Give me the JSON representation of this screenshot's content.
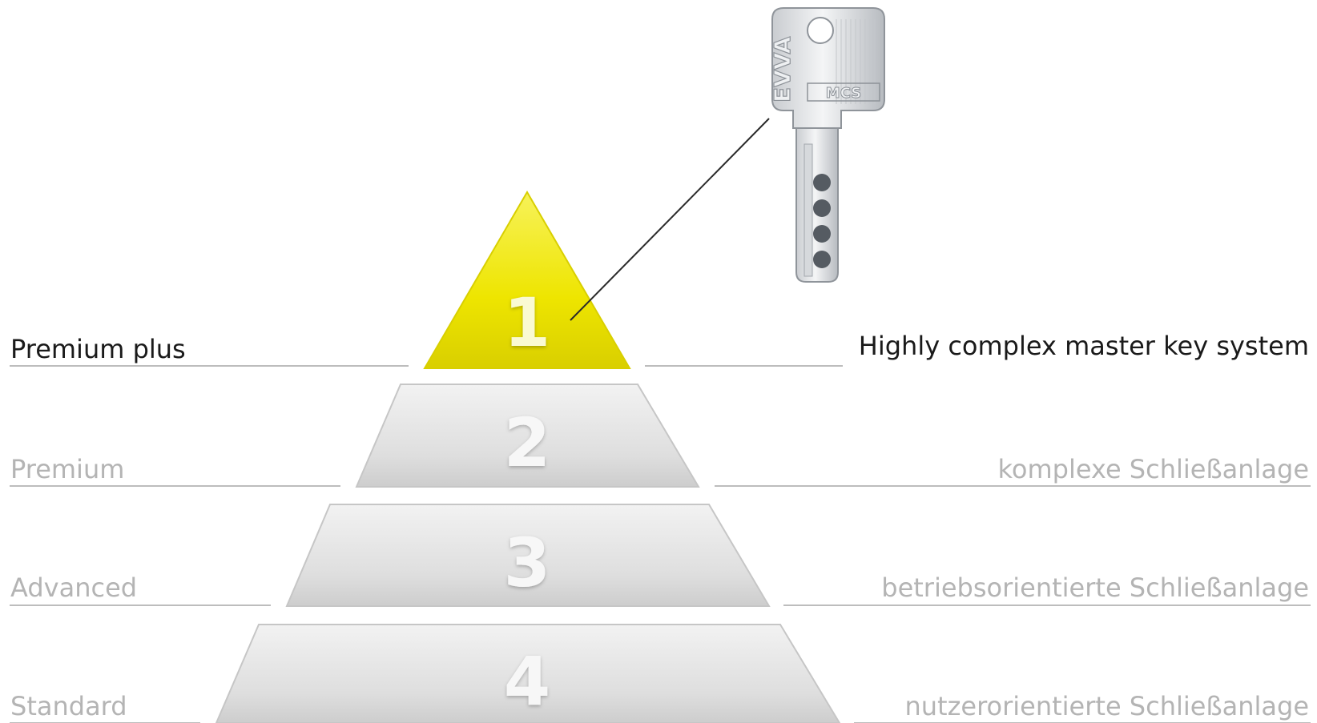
{
  "tiers": [
    {
      "number": "1",
      "left_label": "Premium plus",
      "right_label": "Highly complex master key system",
      "active": true
    },
    {
      "number": "2",
      "left_label": "Premium",
      "right_label": "komplexe Schließanlage",
      "active": false
    },
    {
      "number": "3",
      "left_label": "Advanced",
      "right_label": "betriebsorientierte Schließanlage",
      "active": false
    },
    {
      "number": "4",
      "left_label": "Standard",
      "right_label": "nutzerorientierte Schließanlage",
      "active": false
    }
  ],
  "key": {
    "brand_text": "EVVA",
    "model_text": "MCS"
  },
  "colors": {
    "active_tier": "#f2ec00",
    "inactive_tier": "#dedede",
    "active_text": "#1a1a1a",
    "muted_text": "#b4b4b4",
    "leader_line": "#2a2a2a"
  }
}
